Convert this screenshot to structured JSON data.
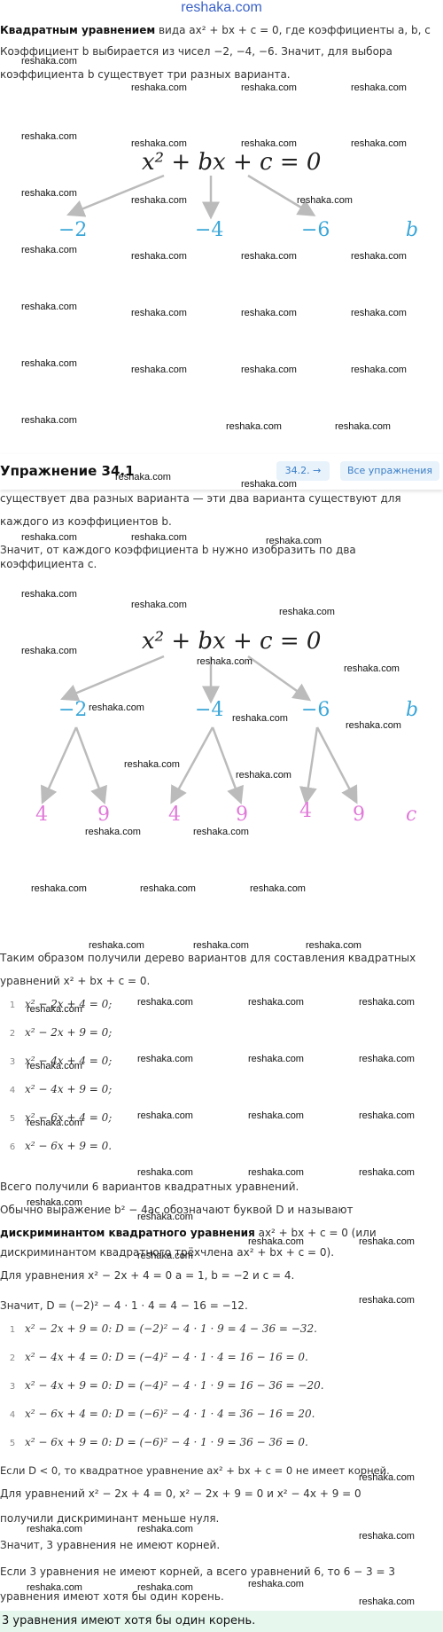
{
  "site": "reshaka.com",
  "watermark": "reshaka.com",
  "intro": {
    "line1_bold": "Квадратным уравнением",
    "line1_rest": " вида ax² + bx + c = 0, где коэффициенты a, b, c",
    "line2": "Коэффициент b выбирается из чисел −2, −4, −6. Значит, для выбора",
    "line3": "коэффициента b существует три разных варианта."
  },
  "tree1": {
    "equation": "x² + bx + c = 0",
    "b_values": [
      "−2",
      "−4",
      "−6"
    ],
    "b_label": "b"
  },
  "header": {
    "title": "Упражнение 34.1",
    "prev_label": "34.2. →",
    "all_label": "Все упражнения"
  },
  "mid": {
    "line1": "существует два разных варианта — эти два варианта существуют для",
    "line2": "каждого из коэффициентов b.",
    "line3": "Значит, от каждого коэффициента b нужно изобразить по два коэффициента c."
  },
  "tree2": {
    "equation": "x² + bx + c = 0",
    "b_values": [
      "−2",
      "−4",
      "−6"
    ],
    "b_label": "b",
    "c_values": [
      "4",
      "9",
      "4",
      "9",
      "4",
      "9"
    ],
    "c_label": "c"
  },
  "result": {
    "line1": "Таким образом получили дерево вариантов для составления квадратных",
    "line2": "уравнений x² + bx + c = 0.",
    "equations": [
      {
        "n": "1",
        "text": "x² − 2x + 4 = 0;"
      },
      {
        "n": "2",
        "text": "x² − 2x + 9 = 0;"
      },
      {
        "n": "3",
        "text": "x² − 4x + 4 = 0;"
      },
      {
        "n": "4",
        "text": "x² − 4x + 9 = 0;"
      },
      {
        "n": "5",
        "text": "x² − 6x + 4 = 0;"
      },
      {
        "n": "6",
        "text": "x² − 6x + 9 = 0."
      }
    ]
  },
  "disc": {
    "line1": "Всего получили 6 вариантов квадратных уравнений.",
    "line2": "Обычно выражение b² − 4ac обозначают буквой D и называют",
    "line3_bold": "дискриминантом квадратного уравнения",
    "line3_rest": " ax² + bx + c = 0 (или",
    "line4": "дискриминантом квадратного трёхчлена ax² + bx + c = 0).",
    "line5": "Для уравнения x² − 2x + 4 = 0 a = 1, b = −2 и c = 4.",
    "line6": "Значит, D = (−2)² − 4 · 1 · 4 = 4 − 16 = −12.",
    "calcs": [
      {
        "n": "1",
        "text": "x² − 2x + 9 = 0: D = (−2)² − 4 · 1 · 9 = 4 − 36 = −32."
      },
      {
        "n": "2",
        "text": "x² − 4x + 4 = 0: D = (−4)² − 4 · 1 · 4 = 16 − 16 = 0."
      },
      {
        "n": "3",
        "text": "x² − 4x + 9 = 0: D = (−4)² − 4 · 1 · 9 = 16 − 36 = −20."
      },
      {
        "n": "4",
        "text": "x² − 6x + 4 = 0: D = (−6)² − 4 · 1 · 4 = 36 − 16 = 20."
      },
      {
        "n": "5",
        "text": "x² − 6x + 9 = 0: D = (−6)² − 4 · 1 · 9 = 36 − 36 = 0."
      }
    ]
  },
  "conclusion": {
    "line1": "Если D < 0, то квадратное уравнение ax² + bx + c = 0 не имеет корней.",
    "line2": "Для уравнений x² − 2x + 4 = 0, x² − 2x + 9 = 0 и x² − 4x + 9 = 0",
    "line3": "получили дискриминант меньше нуля.",
    "line4": "Значит, 3 уравнения не имеют корней.",
    "line5": "Если 3 уравнения не имеют корней, а всего уравнений 6, то 6 − 3 = 3",
    "line6": "уравнения имеют хотя бы один корень.",
    "answer": "3 уравнения имеют хотя бы один корень."
  }
}
